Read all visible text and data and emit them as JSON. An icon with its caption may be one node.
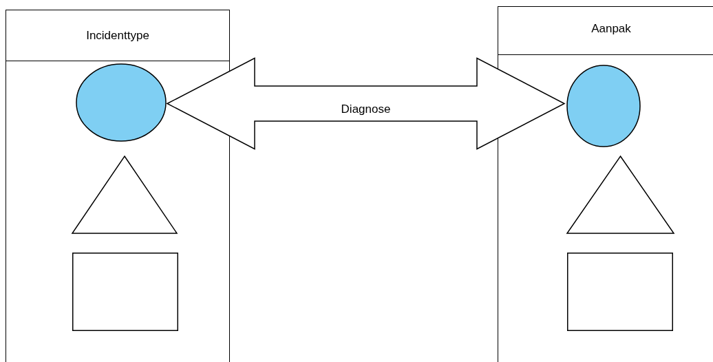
{
  "diagram": {
    "nodes": [
      {
        "text": [
          "Incidenttype"
        ]
      },
      {
        "text": [],
        "shape": "circle",
        "in": 0
      },
      {
        "text": [],
        "shape": "triangle",
        "in": 0
      },
      {
        "text": [],
        "shape": "box",
        "in": 0
      },
      {
        "text": [
          "Aanpak"
        ]
      },
      {
        "text": [],
        "shape": "circle",
        "in": 4
      },
      {
        "text": [],
        "shape": "triangle",
        "in": 4
      },
      {
        "text": [],
        "shape": "box",
        "in": 4
      }
    ],
    "edges": [
      {
        "from": 1,
        "to": 5,
        "arrow": "both",
        "label": "Diagnose"
      }
    ]
  }
}
